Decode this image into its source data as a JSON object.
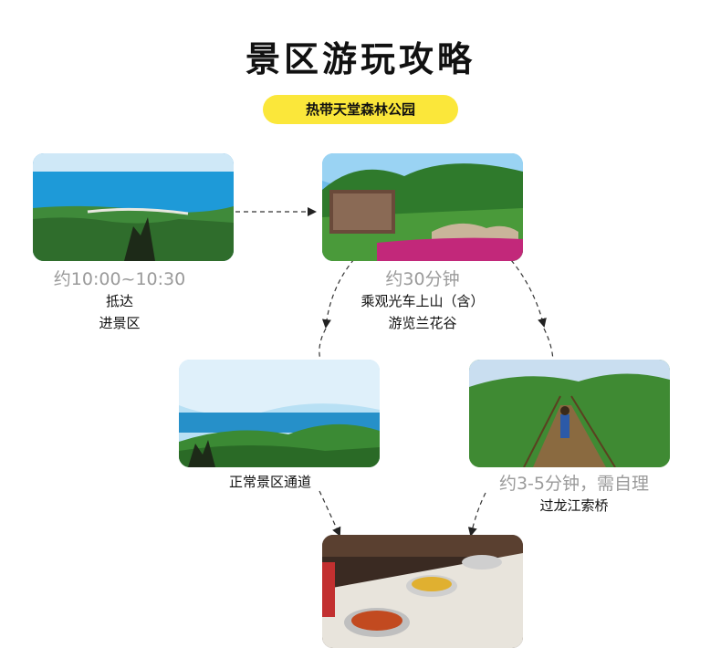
{
  "header": {
    "title": "景区游玩攻略",
    "badge": "热带天堂森林公园"
  },
  "steps": [
    {
      "time": "约10:00~10:30",
      "line1": "抵达",
      "line2": "进景区"
    },
    {
      "time": "约30分钟",
      "line1": "乘观光车上山（含）",
      "line2": "游览兰花谷"
    },
    {
      "time": "",
      "line1": "正常景区通道",
      "line2": ""
    },
    {
      "time": "约3-5分钟，需自理",
      "line1": "过龙江索桥",
      "line2": ""
    }
  ],
  "colors": {
    "accent": "#fbe73a",
    "caption_time": "#9a9a9a",
    "text": "#111111"
  }
}
